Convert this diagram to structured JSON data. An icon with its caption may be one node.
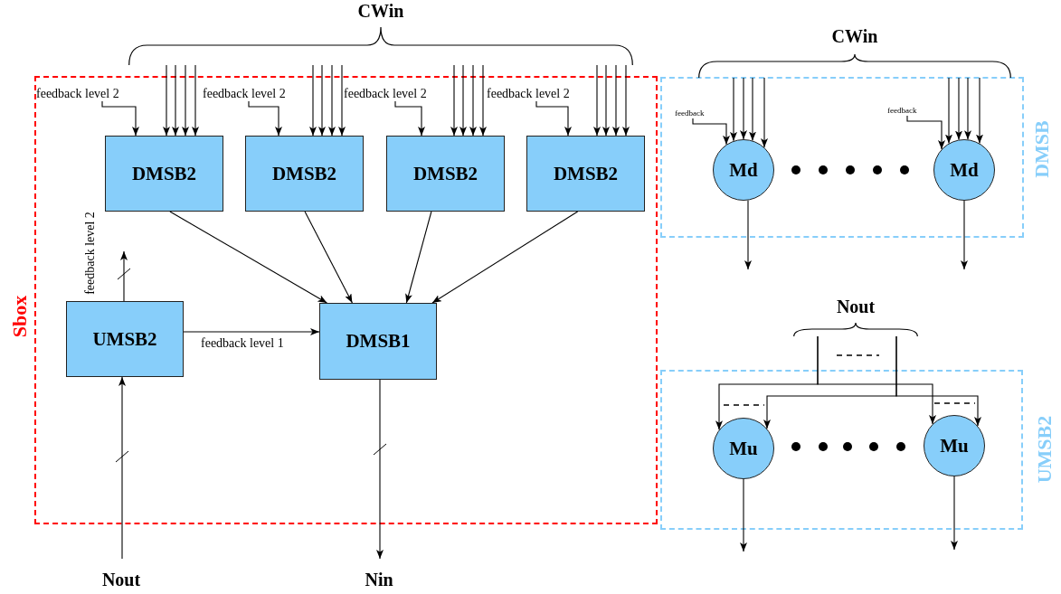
{
  "diagram": {
    "nodes": [
      {
        "text": [
          "Sbox"
        ]
      },
      {
        "text": [
          "feedback level 2"
        ],
        "in": 0
      },
      {
        "text": [
          "feedback level 2"
        ],
        "in": 0
      },
      {
        "text": [
          "feedback level 2"
        ],
        "in": 0
      },
      {
        "text": [
          "feedback level 2"
        ],
        "in": 0
      },
      {
        "text": [
          "DMSB2"
        ],
        "in": 0
      },
      {
        "text": [
          "DMSB2"
        ],
        "in": 0
      },
      {
        "text": [
          "DMSB2"
        ],
        "in": 0
      },
      {
        "text": [
          "DMSB2"
        ],
        "in": 0
      },
      {
        "text": [
          "UMSB2"
        ],
        "in": 0
      },
      {
        "text": [
          "DMSB1"
        ],
        "in": 0
      },
      {
        "text": [
          "DMSB"
        ]
      },
      {
        "text": [
          "feedback"
        ],
        "in": 11
      },
      {
        "text": [
          "feedback"
        ],
        "in": 11
      },
      {
        "text": [
          "Md"
        ],
        "in": 11
      },
      {
        "text": [
          "Md"
        ],
        "in": 11
      },
      {
        "text": [
          "UMSB2"
        ]
      },
      {
        "text": [
          "Mu"
        ],
        "in": 16
      },
      {
        "text": [
          "Mu"
        ],
        "in": 16
      },
      {
        "text": [
          "Nout"
        ]
      },
      {
        "text": [
          "Nin"
        ]
      },
      {
        "text": [
          "CWin"
        ]
      },
      {
        "text": [
          "CWin"
        ]
      },
      {
        "text": [
          "Nout"
        ]
      }
    ],
    "edges": [
      {
        "from": 1,
        "to": 5,
        "arrow": "to"
      },
      {
        "from": 2,
        "to": 6,
        "arrow": "to"
      },
      {
        "from": 3,
        "to": 7,
        "arrow": "to"
      },
      {
        "from": 4,
        "to": 8,
        "arrow": "to"
      },
      {
        "from": 21,
        "to": 5,
        "arrow": "to"
      },
      {
        "from": 21,
        "to": 5,
        "arrow": "to"
      },
      {
        "from": 21,
        "to": 5,
        "arrow": "to"
      },
      {
        "from": 21,
        "to": 5,
        "arrow": "to"
      },
      {
        "from": 21,
        "to": 6,
        "arrow": "to"
      },
      {
        "from": 21,
        "to": 6,
        "arrow": "to"
      },
      {
        "from": 21,
        "to": 6,
        "arrow": "to"
      },
      {
        "from": 21,
        "to": 6,
        "arrow": "to"
      },
      {
        "from": 21,
        "to": 7,
        "arrow": "to"
      },
      {
        "from": 21,
        "to": 7,
        "arrow": "to"
      },
      {
        "from": 21,
        "to": 7,
        "arrow": "to"
      },
      {
        "from": 21,
        "to": 7,
        "arrow": "to"
      },
      {
        "from": 21,
        "to": 8,
        "arrow": "to"
      },
      {
        "from": 21,
        "to": 8,
        "arrow": "to"
      },
      {
        "from": 21,
        "to": 8,
        "arrow": "to"
      },
      {
        "from": 21,
        "to": 8,
        "arrow": "to"
      },
      {
        "from": 5,
        "to": 10,
        "arrow": "to"
      },
      {
        "from": 6,
        "to": 10,
        "arrow": "to"
      },
      {
        "from": 7,
        "to": 10,
        "arrow": "to"
      },
      {
        "from": 8,
        "to": 10,
        "arrow": "to"
      },
      {
        "from": 9,
        "to": null,
        "arrow": "to",
        "label": "feedback level 2"
      },
      {
        "from": 9,
        "to": 10,
        "arrow": "to",
        "label": "feedback level 1"
      },
      {
        "from": 19,
        "to": 9,
        "arrow": "to"
      },
      {
        "from": 10,
        "to": 20,
        "arrow": "to"
      },
      {
        "from": 12,
        "to": 14,
        "arrow": "to"
      },
      {
        "from": 13,
        "to": 15,
        "arrow": "to"
      },
      {
        "from": 22,
        "to": 14,
        "arrow": "to"
      },
      {
        "from": 22,
        "to": 14,
        "arrow": "to"
      },
      {
        "from": 22,
        "to": 14,
        "arrow": "to"
      },
      {
        "from": 22,
        "to": 14,
        "arrow": "to"
      },
      {
        "from": 22,
        "to": 15,
        "arrow": "to"
      },
      {
        "from": 22,
        "to": 15,
        "arrow": "to"
      },
      {
        "from": 22,
        "to": 15,
        "arrow": "to"
      },
      {
        "from": 22,
        "to": 15,
        "arrow": "to"
      },
      {
        "from": 14,
        "to": null,
        "arrow": "to"
      },
      {
        "from": 15,
        "to": null,
        "arrow": "to"
      },
      {
        "from": 23,
        "to": 17,
        "arrow": "to"
      },
      {
        "from": 23,
        "to": 18,
        "arrow": "to"
      },
      {
        "from": 23,
        "to": 17,
        "arrow": "to"
      },
      {
        "from": 23,
        "to": 18,
        "arrow": "to"
      },
      {
        "from": 17,
        "to": null,
        "arrow": "to"
      },
      {
        "from": 18,
        "to": null,
        "arrow": "to"
      }
    ]
  }
}
